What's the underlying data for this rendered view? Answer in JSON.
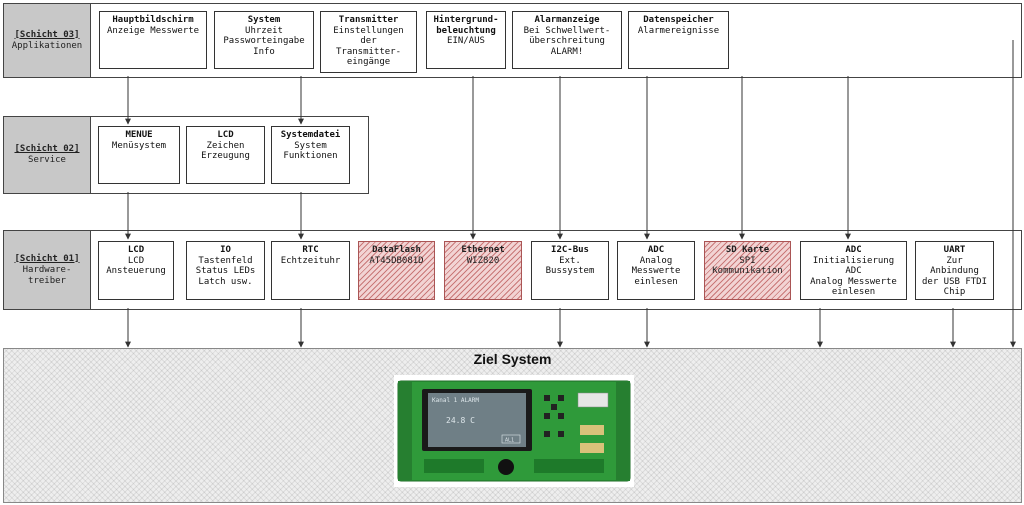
{
  "layers": [
    {
      "id": "03",
      "number": "[Schicht 03]",
      "name": "Applikationen",
      "boxes": [
        {
          "title": "Hauptbildschirm",
          "desc": "Anzeige Messwerte",
          "hatched": false
        },
        {
          "title": "System",
          "desc": "Uhrzeit\nPasswortеingabe\nInfo",
          "hatched": false
        },
        {
          "title": "Transmitter",
          "desc": "Einstellungen\nder\nTransmitter-\neingänge",
          "hatched": false
        },
        {
          "title": "Hintergrund-\nbeleuchtung",
          "desc": "EIN/AUS",
          "hatched": false
        },
        {
          "title": "Alarmanzeige",
          "desc": "Bei Schwellwert-\nüberschreitung\nALARM!",
          "hatched": false
        },
        {
          "title": "Datenspeicher",
          "desc": "Alarmereignisse",
          "hatched": false
        }
      ]
    },
    {
      "id": "02",
      "number": "[Schicht 02]",
      "name": "Service",
      "boxes": [
        {
          "title": "MENUE",
          "desc": "Menüsystem",
          "hatched": false
        },
        {
          "title": "LCD",
          "desc": "Zeichen\nErzeugung",
          "hatched": false
        },
        {
          "title": "Systemdatei",
          "desc": "System\nFunktionen",
          "hatched": false
        }
      ]
    },
    {
      "id": "01",
      "number": "[Schicht 01]",
      "name": "Hardware-\ntreiber",
      "boxes": [
        {
          "title": "LCD",
          "desc": "LCD\nAnsteuerung",
          "hatched": false
        },
        {
          "title": "IO",
          "desc": "Tastenfeld\nStatus LEDs\nLatch usw.",
          "hatched": false
        },
        {
          "title": "RTC",
          "desc": "Echtzeituhr",
          "hatched": false
        },
        {
          "title": "DataFlash",
          "desc": "AT45DB081D",
          "hatched": true
        },
        {
          "title": "Ethernet",
          "desc": "WIZ820",
          "hatched": true
        },
        {
          "title": "I2C-Bus",
          "desc": "Ext.\nBussystem",
          "hatched": false
        },
        {
          "title": "ADC",
          "desc": "Analog\nMesswerte\neinlesen",
          "hatched": false
        },
        {
          "title": "SD Karte",
          "desc": "SPI\nKommunikation",
          "hatched": true
        },
        {
          "title": "ADC",
          "desc": "Initialisierung\nADC\nAnalog Messwerte\neinlesen",
          "hatched": false
        },
        {
          "title": "UART",
          "desc": "Zur\nAnbindung\nder USB FTDI\nChip",
          "hatched": false
        }
      ]
    }
  ],
  "target": {
    "title": "Ziel System",
    "device": {
      "lcd_line1": "Kanal 1   ALARM",
      "lcd_line2": "24.8 C",
      "lcd_line3": "AL1"
    }
  },
  "colors": {
    "layer_label_bg": "#c8c8c8",
    "hatch_red": "#c97878",
    "pcb_green": "#2f9a3a",
    "lcd_bg": "#6f7f86"
  }
}
